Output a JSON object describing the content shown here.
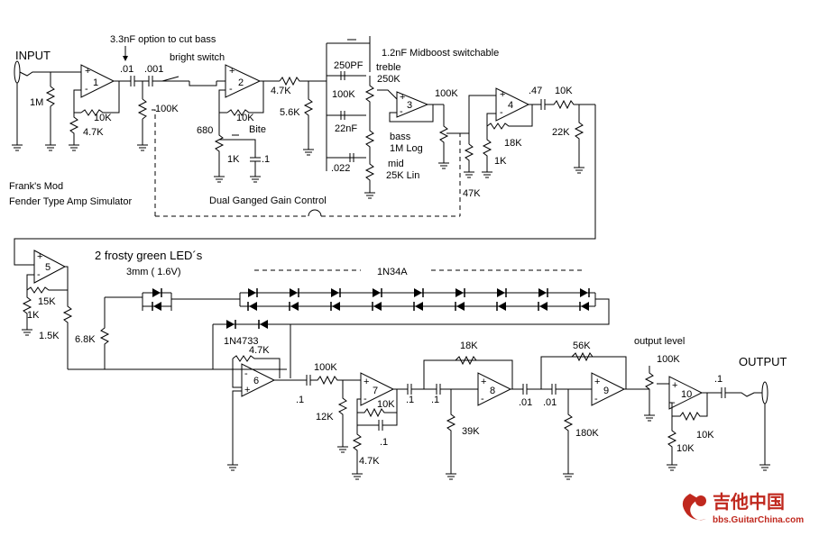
{
  "title": {
    "line1": "Frank's Mod",
    "line2": "Fender Type Amp Simulator"
  },
  "labels": {
    "input": "INPUT",
    "output": "OUTPUT",
    "bass_cut_option": "3.3nF option to cut bass",
    "bright_switch": "bright switch",
    "midboost": "1.2nF Midboost switchable",
    "treble": "treble",
    "bass": "bass",
    "bass_pot": "1M Log",
    "mid": "mid",
    "mid_pot": "25K Lin",
    "bite": "Bite",
    "dual_ganged": "Dual Ganged Gain Control",
    "leds_line1": "2 frosty green LED´s",
    "leds_line2": "3mm ( 1.6V)",
    "diode_type": "1N34A",
    "zener": "1N4733",
    "output_level": "output level",
    "watermark_cn": "吉他中国",
    "watermark_url": "bbs.GuitarChina.com"
  },
  "components": {
    "r_1m": "1M",
    "r_10k_1": "10K",
    "r_4k7_1": "4.7K",
    "c_01_1": ".01",
    "c_001": ".001",
    "pot_100k_1": "100K",
    "r_10k_2": "10K",
    "r_680": "680",
    "r_1k_1": "1K",
    "c_1_1": ".1",
    "r_4k7_2": "4.7K",
    "r_5k6": "5.6K",
    "c_250pf": "250PF",
    "pot_250k": "250K",
    "r_100k_2": "100K",
    "c_22nf": "22nF",
    "c_022": ".022",
    "pot_100k_3": "100K",
    "r_47k": "47K",
    "c_47": ".47",
    "r_10k_3": "10K",
    "r_18k_1": "18K",
    "r_1k_2": "1K",
    "r_22k": "22K",
    "r_15k": "15K",
    "r_1k_3": "1K",
    "r_1k5": "1.5K",
    "r_6k8": "6.8K",
    "r_4k7_3": "4.7K",
    "c_1_2": ".1",
    "r_100k_4": "100K",
    "r_12k": "12K",
    "r_10k_4": "10K",
    "c_1_3": ".1",
    "r_4k7_4": "4.7K",
    "c_1_4": ".1",
    "c_1_5": ".1",
    "r_18k_2": "18K",
    "r_39k": "39K",
    "c_01_2": ".01",
    "c_01_3": ".01",
    "r_56k": "56K",
    "r_180k": "180K",
    "pot_100k_5": "100K",
    "c_1_6": ".1",
    "r_10k_5": "10K",
    "r_10k_6": "10K"
  },
  "opamps": [
    "1",
    "2",
    "3",
    "4",
    "5",
    "6",
    "7",
    "8",
    "9",
    "10"
  ]
}
